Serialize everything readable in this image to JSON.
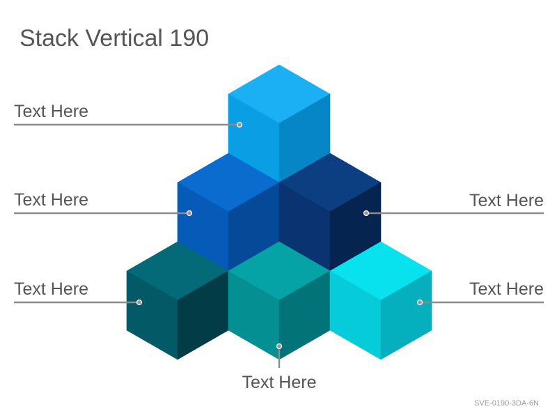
{
  "title": "Stack Vertical 190",
  "code": "SVE-0190-3DA-6N",
  "labels": {
    "top_left": "Text Here",
    "mid_left": "Text Here",
    "bottom_left": "Text Here",
    "mid_right": "Text Here",
    "bottom_right": "Text Here",
    "bottom_center": "Text Here"
  },
  "colors": {
    "cube_sky": {
      "top": "#1AB0F3",
      "left": "#0A9FE5",
      "right": "#0786C7"
    },
    "cube_royal": {
      "top": "#0A6CCF",
      "left": "#065BB8",
      "right": "#044A99"
    },
    "cube_navy": {
      "top": "#0B3F82",
      "left": "#0A3471",
      "right": "#05244F"
    },
    "cube_dark_teal": {
      "top": "#046A78",
      "left": "#035A66",
      "right": "#023D47"
    },
    "cube_teal": {
      "top": "#05A3A6",
      "left": "#048F93",
      "right": "#03737A"
    },
    "cube_cyan": {
      "top": "#08E2EE",
      "left": "#06CCD9",
      "right": "#05AFBE"
    }
  }
}
